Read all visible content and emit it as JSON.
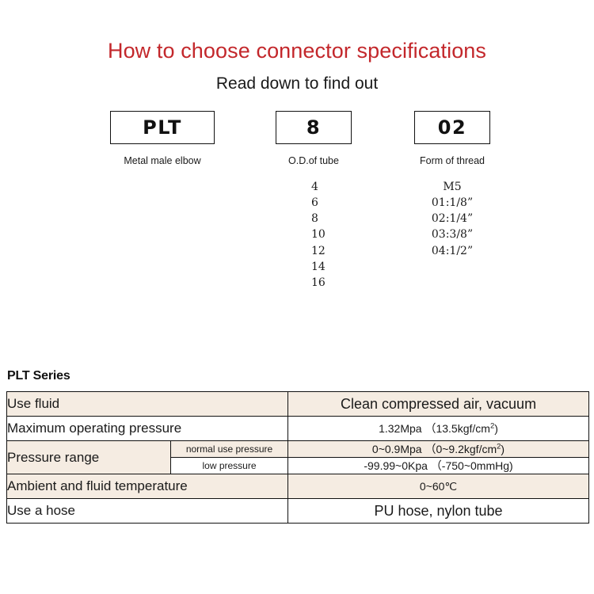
{
  "header": {
    "title": "How to choose connector specifications",
    "subtitle": "Read down to find out",
    "title_color": "#c3272b"
  },
  "code_builder": {
    "columns": [
      {
        "box_value": "PLT",
        "caption": "Metal male elbow",
        "options": []
      },
      {
        "box_value": "8",
        "caption": "O.D.of tube",
        "options": [
          "4",
          "6",
          "8",
          "10",
          "12",
          "14",
          "16"
        ]
      },
      {
        "box_value": "02",
        "caption": "Form of thread",
        "options": [
          "M5",
          "01:1/8”",
          "02:1/4”",
          "03:3/8”",
          "04:1/2”"
        ]
      }
    ]
  },
  "spec_section": {
    "heading": "PLT Series",
    "shade_color": "#f5ece2",
    "rows": [
      {
        "label": "Use fluid",
        "sublabel": null,
        "value_main": "Clean compressed air, vacuum",
        "value_sup": null,
        "value_tail": null,
        "shaded": true,
        "size": "big"
      },
      {
        "label": "Maximum operating pressure",
        "sublabel": null,
        "value_main": "1.32Mpa （13.5kgf/cm",
        "value_sup": "2",
        "value_tail": ")",
        "shaded": false,
        "size": "small"
      },
      {
        "label": "Pressure range",
        "sublabel": "normal use pressure",
        "value_main": "0~0.9Mpa （0~9.2kgf/cm",
        "value_sup": "2",
        "value_tail": ")",
        "shaded": true,
        "size": "small"
      },
      {
        "label": null,
        "sublabel": "low pressure",
        "value_main": "-99.99~0Kpa （-750~0mmHg)",
        "value_sup": null,
        "value_tail": null,
        "shaded": false,
        "size": "small"
      },
      {
        "label": "Ambient and fluid temperature",
        "sublabel": null,
        "value_main": "0~60℃",
        "value_sup": null,
        "value_tail": null,
        "shaded": true,
        "size": "small"
      },
      {
        "label": "Use a hose",
        "sublabel": null,
        "value_main": "PU hose, nylon tube",
        "value_sup": null,
        "value_tail": null,
        "shaded": false,
        "size": "big"
      }
    ]
  }
}
